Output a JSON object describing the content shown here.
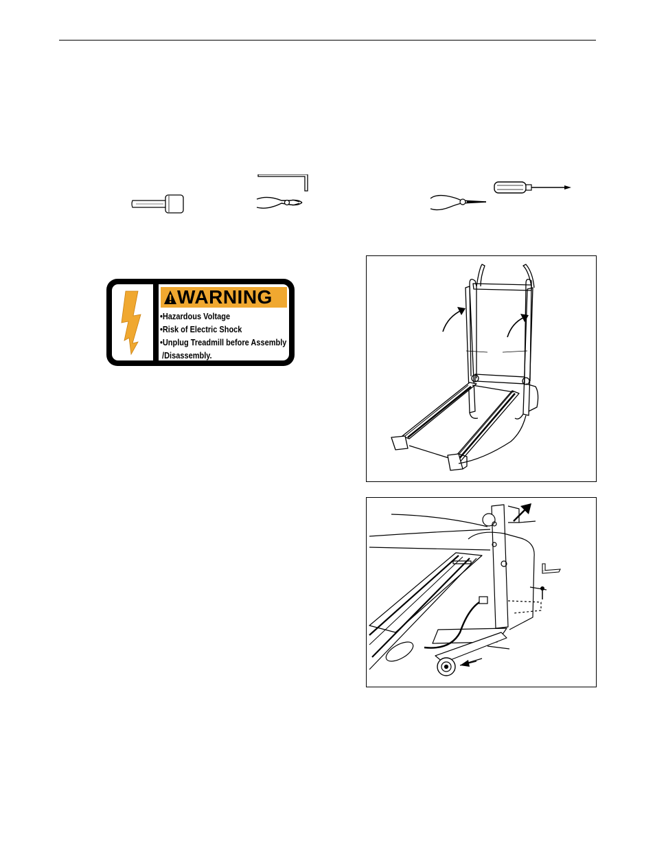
{
  "tools": [
    {
      "icon": "rubber-mallet-icon"
    },
    {
      "icon": "allen-wrench-icon"
    },
    {
      "icon": "adjustable-pliers-icon"
    },
    {
      "icon": "needlenose-pliers-icon"
    },
    {
      "icon": "phillips-screwdriver-icon"
    }
  ],
  "warning_label": {
    "title": "WARNING",
    "lines": [
      "•Hazardous Voltage",
      "•Risk of Electric Shock",
      "•Unplug Treadmill before Assembly",
      " /Disassembly."
    ],
    "colors": {
      "header": "#f0a830",
      "bolt": "#f0a830",
      "border": "#000000"
    },
    "icons": [
      "lightning-bolt-icon",
      "warning-triangle-icon"
    ]
  },
  "figures": [
    {
      "icon": "treadmill-upright-assembly-illustration"
    },
    {
      "icon": "treadmill-base-wheel-detail-illustration"
    }
  ]
}
